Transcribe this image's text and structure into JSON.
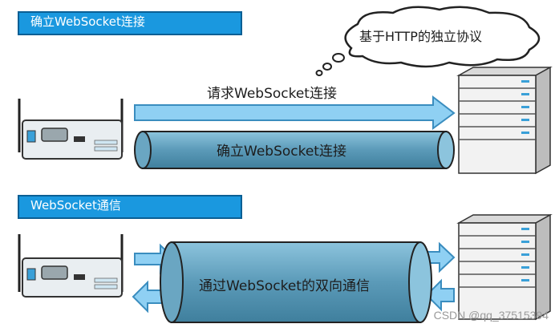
{
  "section_top": {
    "banner": "确立WebSocket连接",
    "cloud_text": "基于HTTP的独立协议",
    "request_label": "请求WebSocket连接",
    "tube_label": "确立WebSocket连接"
  },
  "section_bottom": {
    "banner": "WebSocket通信",
    "tube_label": "通过WebSocket的双向通信"
  },
  "watermark": "CSDN @qq_37515394",
  "colors": {
    "banner": "#1a98df",
    "arrow": "#8fd0f3",
    "tube": "#5b9ab8",
    "server": "#f2f2f2"
  }
}
